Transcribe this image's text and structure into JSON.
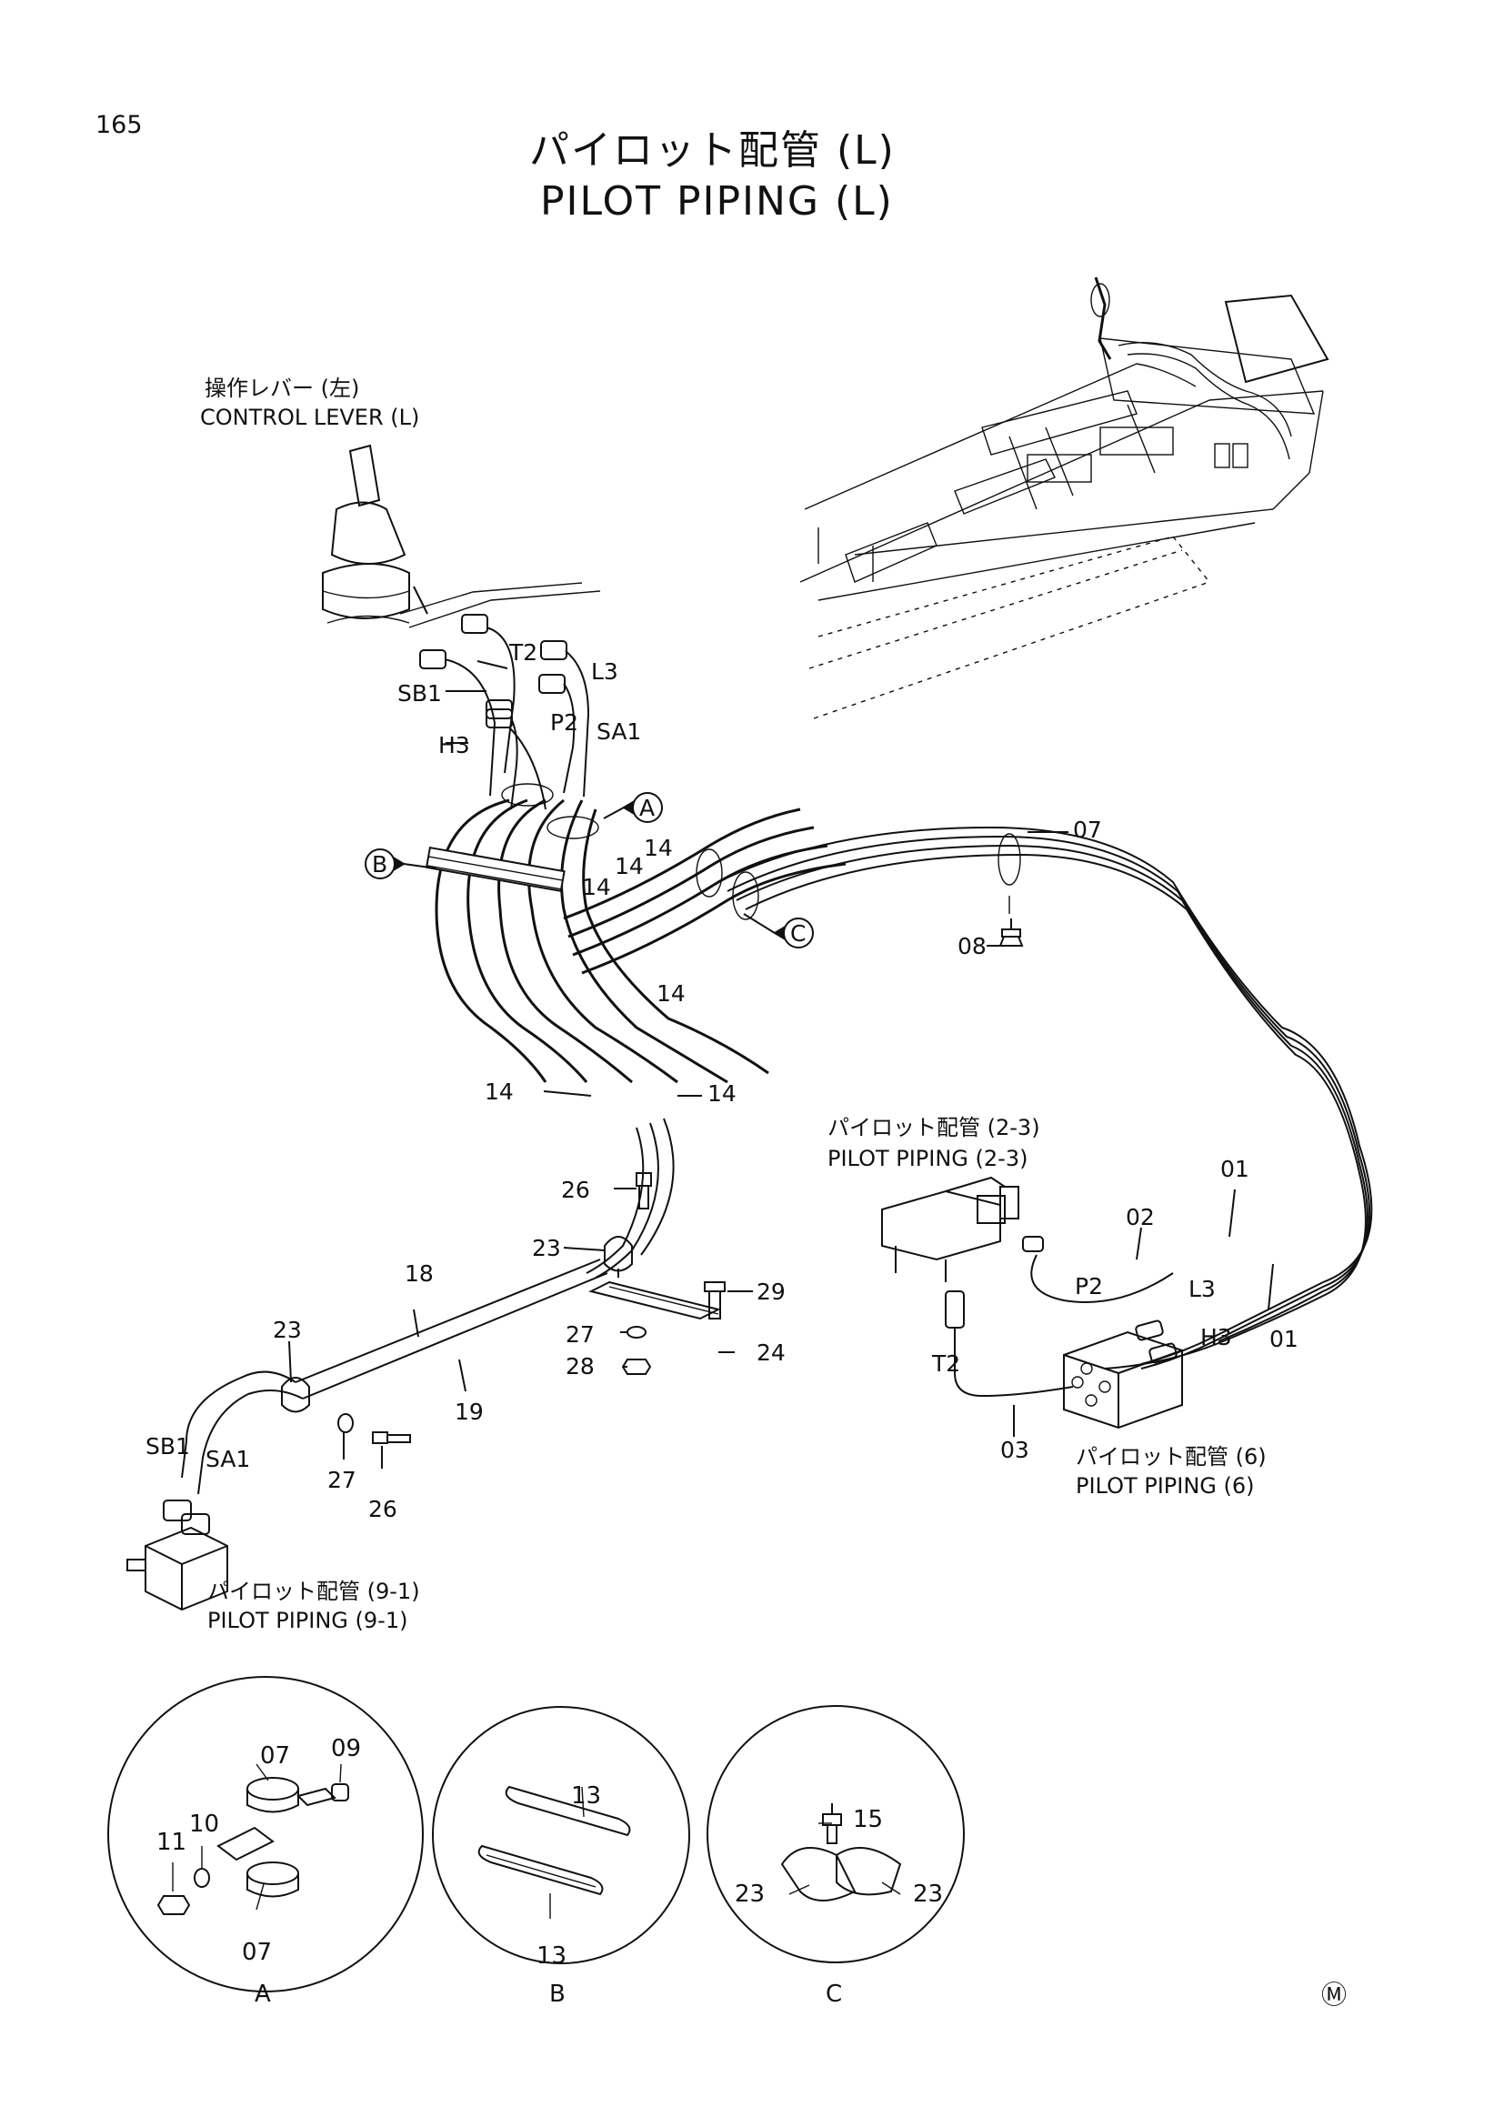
{
  "page_number": "165",
  "title_jp": "パイロット配管 (L)",
  "title_en": "PILOT PIPING (L)",
  "captions": {
    "control_lever_jp": "操作レバー (左)",
    "control_lever_en": "CONTROL LEVER (L)",
    "pp23_jp": "パイロット配管 (2-3)",
    "pp23_en": "PILOT PIPING (2-3)",
    "pp6_jp": "パイロット配管 (6)",
    "pp6_en": "PILOT PIPING (6)",
    "pp91_jp": "パイロット配管 (9-1)",
    "pp91_en": "PILOT PIPING (9-1)"
  },
  "port_labels": {
    "t2_top": "T2",
    "l3_top": "L3",
    "sb1_top": "SB1",
    "p2_top": "P2",
    "sa1_top": "SA1",
    "h3_top": "H3",
    "p2_right": "P2",
    "l3_right": "L3",
    "h3_right": "H3",
    "t2_right": "T2",
    "sb1_bottom": "SB1",
    "sa1_bottom": "SA1"
  },
  "callout_markers": {
    "a": "A",
    "b": "B",
    "c": "C"
  },
  "part_numbers": {
    "p07_top": "07",
    "p08": "08",
    "p14_a": "14",
    "p14_b": "14",
    "p14_c": "14",
    "p14_d": "14",
    "p14_e": "14",
    "p14_f": "14",
    "p26_top": "26",
    "p23_mid": "23",
    "p29": "29",
    "p27_mid": "27",
    "p28": "28",
    "p24": "24",
    "p18": "18",
    "p19": "19",
    "p23_left": "23",
    "p27_low": "27",
    "p26_low": "26",
    "p01_top": "01",
    "p01_bottom": "01",
    "p02": "02",
    "p03": "03"
  },
  "details": {
    "a": {
      "label": "A",
      "p07_upper": "07",
      "p09": "09",
      "p10": "10",
      "p11": "11",
      "p07_lower": "07"
    },
    "b": {
      "label": "B",
      "p13_upper": "13",
      "p13_lower": "13"
    },
    "c": {
      "label": "C",
      "p15": "15",
      "p23_left": "23",
      "p23_right": "23"
    }
  },
  "corner_mark": "Ⓜ"
}
